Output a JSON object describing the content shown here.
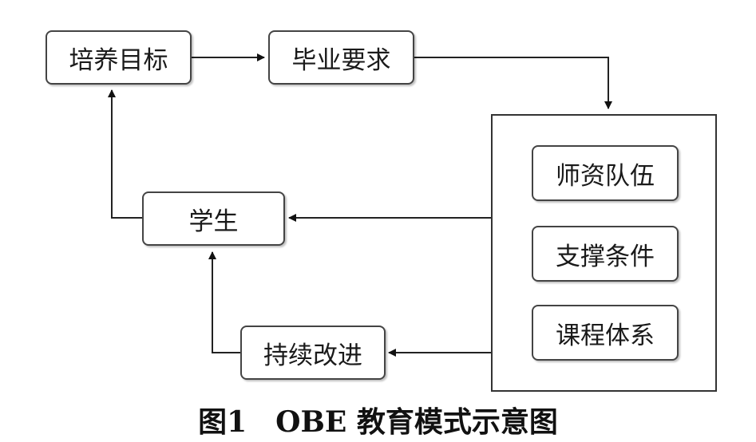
{
  "diagram": {
    "nodes": {
      "goal": "培养目标",
      "requirement": "毕业要求",
      "student": "学生",
      "improve": "持续改进",
      "faculty": "师资队伍",
      "support": "支撑条件",
      "curriculum": "课程体系"
    },
    "caption": "图1　OBE 教育模式示意图"
  }
}
